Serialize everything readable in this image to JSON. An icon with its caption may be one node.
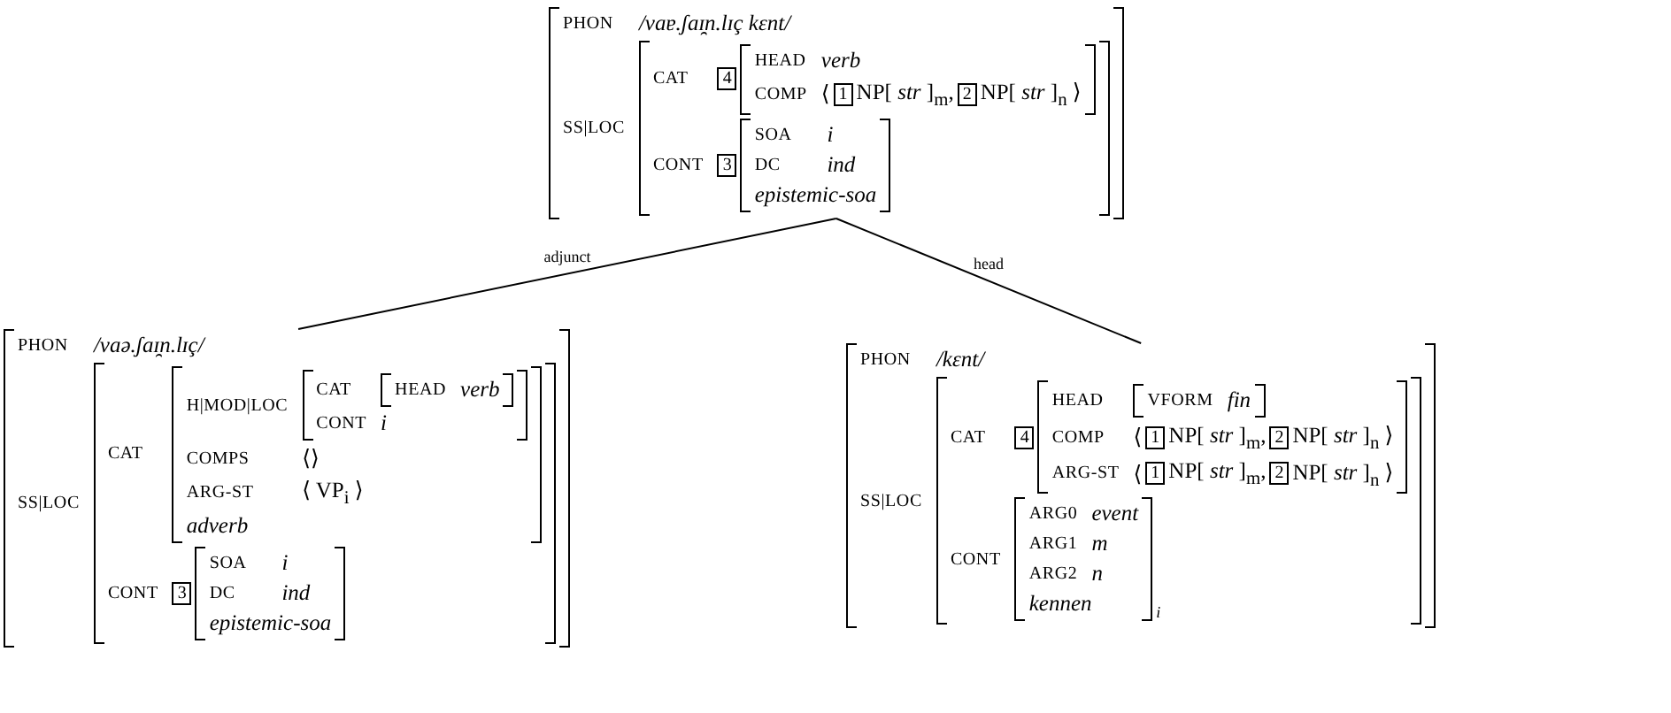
{
  "diagram": {
    "nodes": [
      {
        "text": [
          "PHON",
          "/vaɐ.ʃaɪ̯n.lɪç kɛnt/",
          "SS|LOC",
          "CAT",
          "4",
          "HEAD",
          "verb",
          "COMP",
          "⟨",
          "1",
          "NP[ *str* ]$_{m}$,",
          "2",
          "NP[ *str* ]$_{n}$ ⟩",
          "CONT",
          "3",
          "SOA",
          "i",
          "DC",
          "ind",
          "epistemic-soa"
        ]
      },
      {
        "text": [
          "PHON",
          "/vaə.ʃaɪ̯n.lɪç/",
          "SS|LOC",
          "CAT",
          "H|MOD|LOC",
          "CAT",
          "HEAD",
          "verb",
          "CONT",
          "i",
          "COMPS",
          "⟨⟩",
          "ARG-ST",
          "⟨ VP$_{i}$ ⟩",
          "adverb",
          "CONT",
          "3",
          "SOA",
          "i",
          "DC",
          "ind",
          "epistemic-soa"
        ]
      },
      {
        "text": [
          "PHON",
          "/kɛnt/",
          "SS|LOC",
          "CAT",
          "4",
          "HEAD",
          "VFORM",
          "fin",
          "COMP",
          "⟨",
          "1",
          "NP[ *str* ]$_{m}$,",
          "2",
          "NP[ *str* ]$_{n}$ ⟩",
          "ARG-ST",
          "⟨",
          "1",
          "NP[ *str* ]$_{m}$,",
          "2",
          "NP[ *str* ]$_{n}$ ⟩",
          "CONT",
          "ARG0",
          "event",
          "ARG1",
          "m",
          "ARG2",
          "n",
          "kennen",
          "i"
        ]
      }
    ],
    "edges": [
      {
        "from": 0,
        "to": 1,
        "arrow": "none",
        "label": "adjunct"
      },
      {
        "from": 0,
        "to": 2,
        "arrow": "none",
        "label": "head"
      }
    ]
  }
}
